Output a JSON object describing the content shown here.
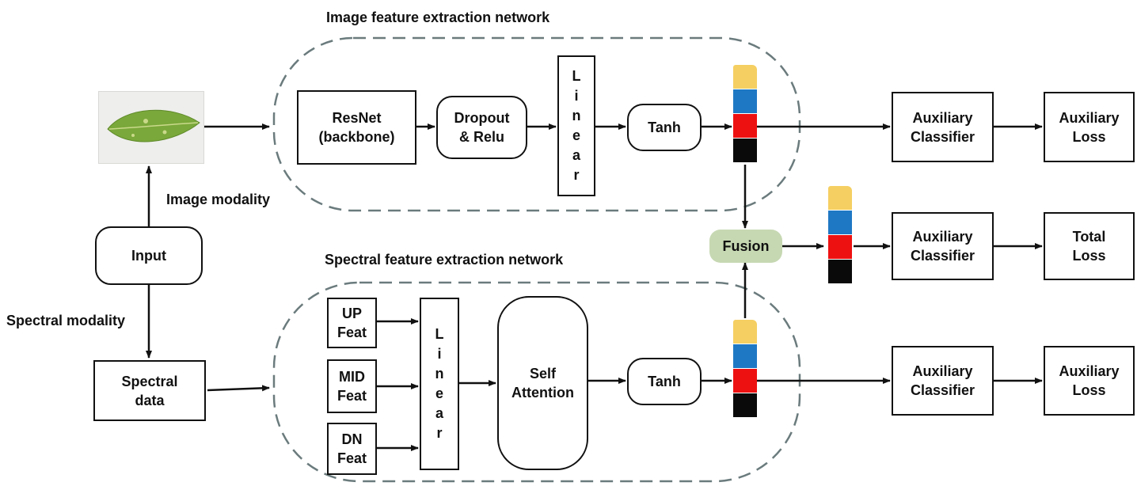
{
  "captions": {
    "image_network": "Image feature extraction network",
    "spectral_network": "Spectral feature extraction network",
    "image_modality": "Image modality",
    "spectral_modality": "Spectral modality"
  },
  "nodes": {
    "input": "Input",
    "spectral_data": "Spectral\ndata",
    "resnet": "ResNet\n(backbone)",
    "dropout_relu": "Dropout\n& Relu",
    "linear_image": "L\ni\nn\ne\na\nr",
    "tanh_image": "Tanh",
    "up_feat": "UP\nFeat",
    "mid_feat": "MID\nFeat",
    "dn_feat": "DN\nFeat",
    "linear_spectral": "L\ni\nn\ne\na\nr",
    "self_attention": "Self\nAttention",
    "tanh_spectral": "Tanh",
    "fusion": "Fusion",
    "aux_classifier_top": "Auxiliary\nClassifier",
    "aux_loss_top": "Auxiliary\nLoss",
    "aux_classifier_mid": "Auxiliary\nClassifier",
    "total_loss": "Total\nLoss",
    "aux_classifier_bottom": "Auxiliary\nClassifier",
    "aux_loss_bottom": "Auxiliary\nLoss"
  },
  "feature_colors": [
    "#f5cf62",
    "#1f78c4",
    "#ee1111",
    "#0a0a0a"
  ],
  "leaf_colors": {
    "leaf": "#7aa83a",
    "leaf_dark": "#5f8a2a",
    "vein": "#c9d98a"
  }
}
